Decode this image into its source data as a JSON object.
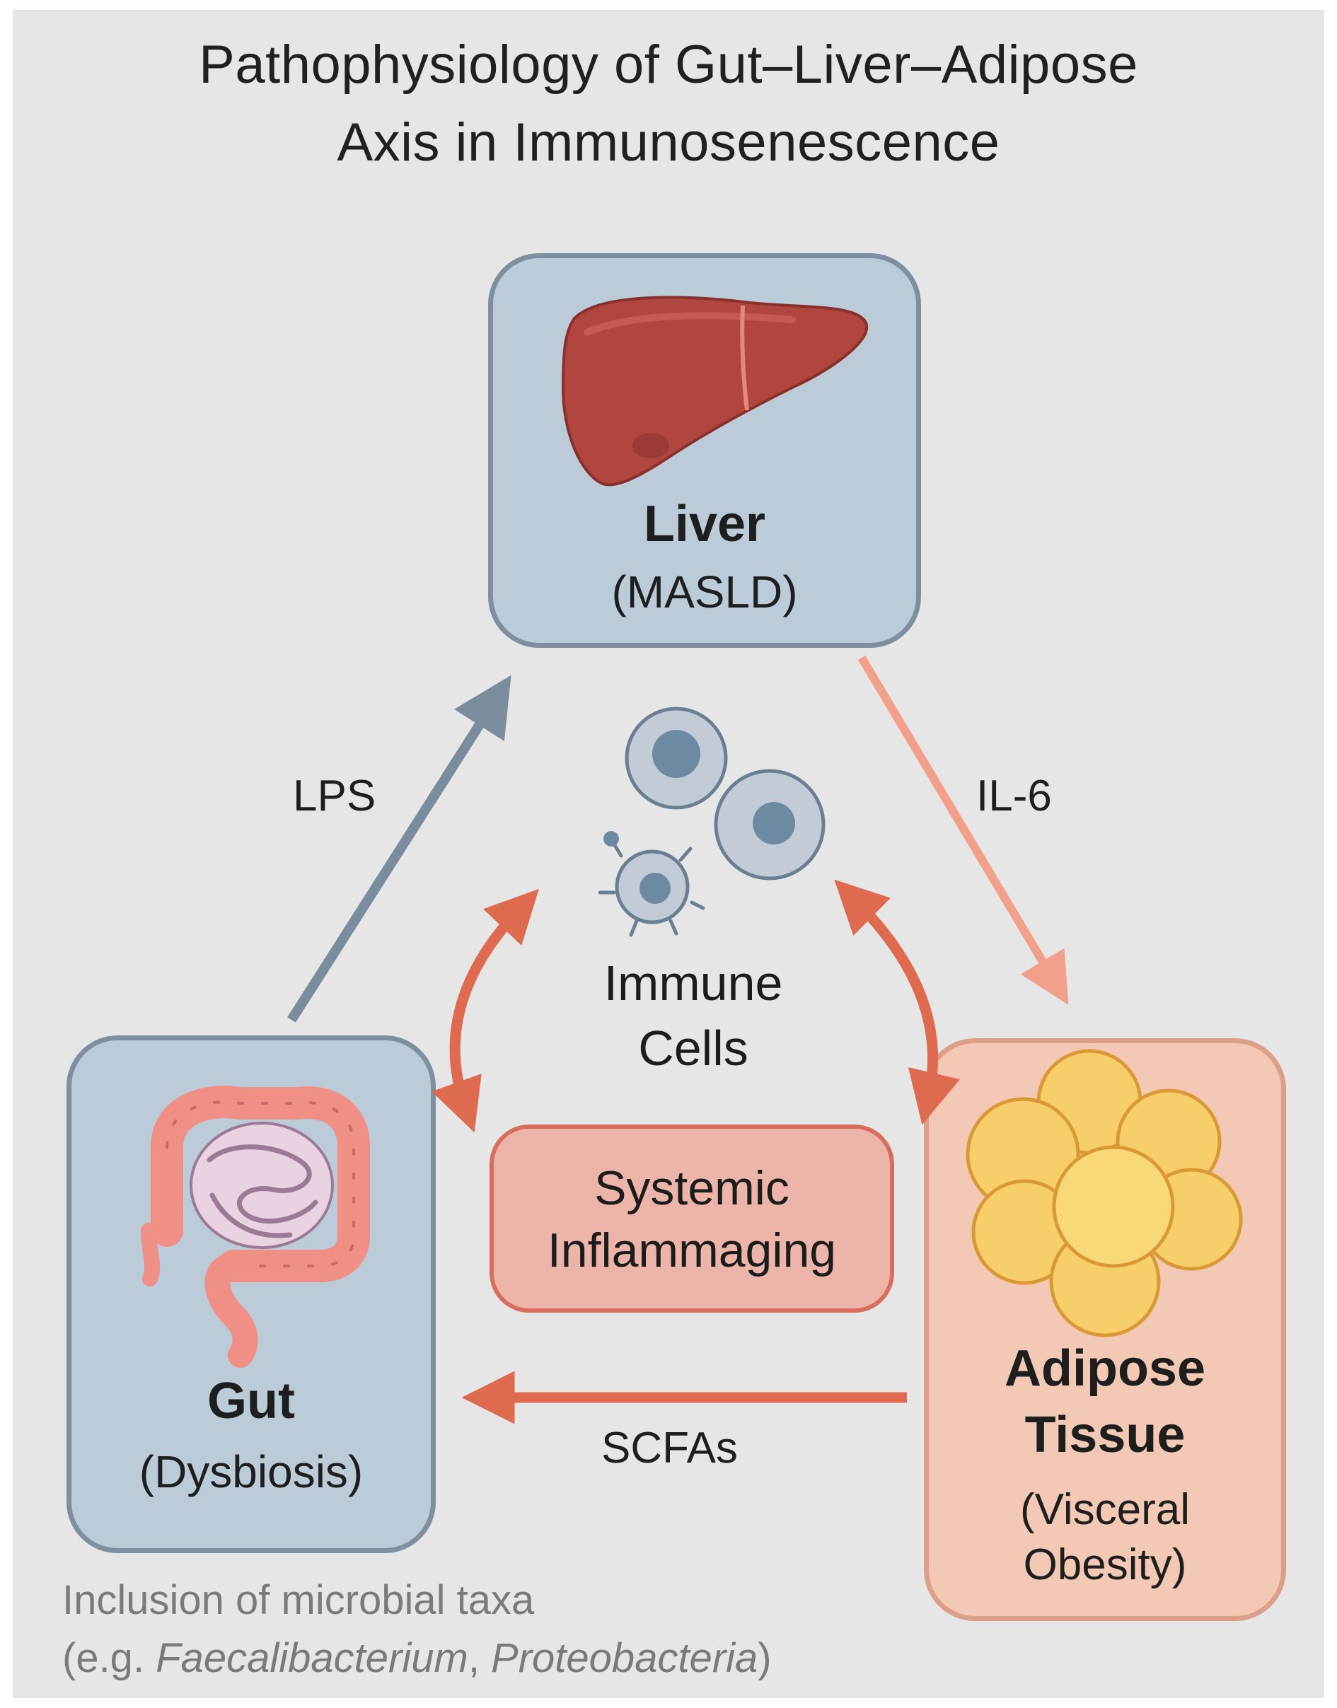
{
  "title": {
    "line1": "Pathophysiology of Gut–Liver–Adipose",
    "line2": "Axis in Immunosenescence"
  },
  "nodes": {
    "liver": {
      "name": "Liver",
      "sub": "(MASLD)",
      "icon": "liver-icon"
    },
    "gut": {
      "name": "Gut",
      "sub": "(Dysbiosis)",
      "icon": "intestine-icon"
    },
    "adipose": {
      "name_line1": "Adipose",
      "name_line2": "Tissue",
      "sub_line1": "(Visceral",
      "sub_line2": "Obesity)",
      "icon": "fat-cells-icon"
    },
    "immune": {
      "line1": "Immune",
      "line2": "Cells",
      "icon": "immune-cells-icon"
    },
    "inflammaging": {
      "line1": "Systemic",
      "line2": "Inflammaging"
    }
  },
  "edges": {
    "gut_to_liver": "LPS",
    "liver_to_adipose": "IL-6",
    "adipose_to_gut": "SCFAs"
  },
  "footnote": {
    "line1": "Inclusion of microbial taxa",
    "line2_prefix": "(e.g. ",
    "taxon1": "Faecalibacterium",
    "separator": ", ",
    "taxon2": "Proteobacteria",
    "line2_suffix": ")"
  },
  "colors": {
    "background": "#e6e6e6",
    "box_blue": "#bccbd8",
    "box_peach": "#f3c8b4",
    "arrow_gray": "#7b8c9c",
    "arrow_salmon": "#f2a08c",
    "arrow_red": "#de6a50",
    "liver": "#b1453f",
    "fat": "#f6cf6a"
  }
}
